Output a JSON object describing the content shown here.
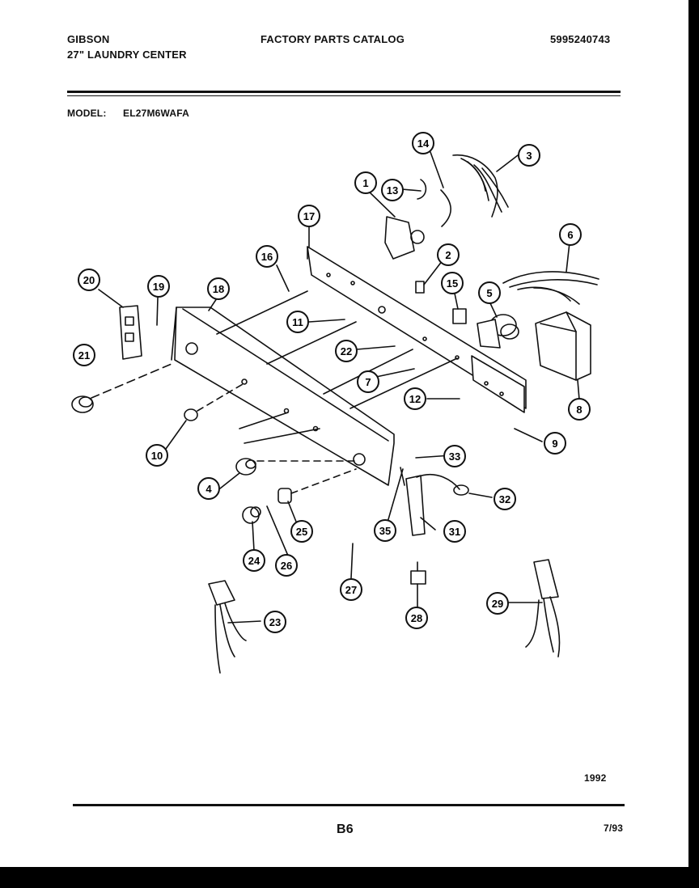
{
  "header": {
    "brand": "GIBSON",
    "product": "27\" LAUNDRY CENTER",
    "catalog_title": "FACTORY PARTS CATALOG",
    "catalog_number": "5995240743",
    "model_label": "MODEL:",
    "model_value": "EL27M6WAFA"
  },
  "callouts": [
    "1",
    "2",
    "3",
    "4",
    "5",
    "6",
    "7",
    "8",
    "9",
    "10",
    "11",
    "12",
    "13",
    "14",
    "15",
    "16",
    "17",
    "18",
    "19",
    "20",
    "21",
    "22",
    "23",
    "24",
    "25",
    "26",
    "27",
    "28",
    "29",
    "31",
    "32",
    "33",
    "35"
  ],
  "footer": {
    "year": "1992",
    "page": "B6",
    "date": "7/93"
  }
}
